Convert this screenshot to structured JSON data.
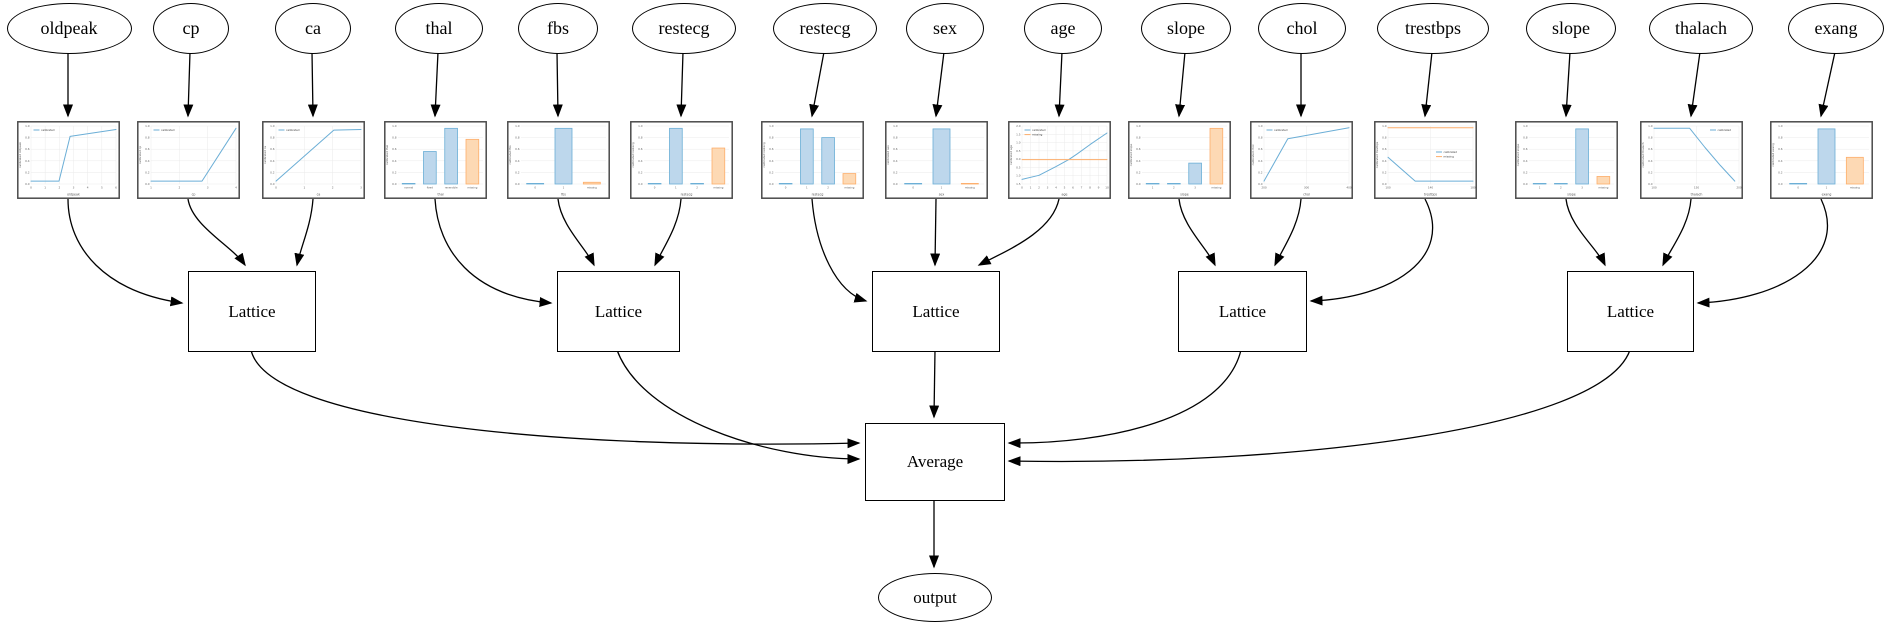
{
  "diagram": {
    "average": {
      "label": "Average"
    },
    "output_node": {
      "label": "output"
    },
    "lattices": [
      {
        "label": "Lattice"
      },
      {
        "label": "Lattice"
      },
      {
        "label": "Lattice"
      },
      {
        "label": "Lattice"
      },
      {
        "label": "Lattice"
      }
    ],
    "colors": {
      "line_blue": "#6baed6",
      "line_orange": "#fdae6b",
      "bar_blue_fill": "#bdd7ec",
      "bar_blue_stroke": "#6aaed6",
      "bar_orange_fill": "#fdd9b4",
      "bar_orange_stroke": "#fdae6b",
      "chart_border": "#4a4a4a",
      "grid": "#e9e9e9",
      "edge": "#000000"
    },
    "features": [
      {
        "name": "oldpeak",
        "lattice_index": 0,
        "chart": {
          "type": "line",
          "xlabel": "oldpeak",
          "ylabel": "calibrated oldpeak",
          "xticks": [
            "0",
            "1",
            "2",
            "3",
            "4",
            "5",
            "6"
          ],
          "yticks": [
            "1.0",
            "0.8",
            "0.6",
            "0.4",
            "0.2",
            "0.0"
          ],
          "legend_pos": "tl",
          "series": [
            {
              "name": "calibrated",
              "color": "blue",
              "points": [
                [
                  0,
                  0.05
                ],
                [
                  0.33,
                  0.05
                ],
                [
                  0.46,
                  0.82
                ],
                [
                  1,
                  0.94
                ]
              ]
            }
          ]
        }
      },
      {
        "name": "cp",
        "lattice_index": 0,
        "chart": {
          "type": "line",
          "xlabel": "cp",
          "ylabel": "calibrated cp",
          "xticks": [
            "1",
            "2",
            "3",
            "4"
          ],
          "yticks": [
            "1.0",
            "0.8",
            "0.6",
            "0.4",
            "0.2",
            "0.0"
          ],
          "legend_pos": "tl",
          "series": [
            {
              "name": "calibrated",
              "color": "blue",
              "points": [
                [
                  0,
                  0.05
                ],
                [
                  0.6,
                  0.05
                ],
                [
                  1,
                  0.96
                ]
              ]
            }
          ]
        }
      },
      {
        "name": "ca",
        "lattice_index": 0,
        "chart": {
          "type": "line",
          "xlabel": "ca",
          "ylabel": "calibrated ca",
          "xticks": [
            "0",
            "1",
            "2",
            "3"
          ],
          "yticks": [
            "1.0",
            "0.8",
            "0.6",
            "0.4",
            "0.2",
            "0.0"
          ],
          "legend_pos": "tl",
          "series": [
            {
              "name": "calibrated",
              "color": "blue",
              "points": [
                [
                  0,
                  0.05
                ],
                [
                  0.68,
                  0.93
                ],
                [
                  1,
                  0.94
                ]
              ]
            }
          ]
        }
      },
      {
        "name": "thal",
        "lattice_index": 1,
        "chart": {
          "type": "bar",
          "xlabel": "thal",
          "ylabel": "calibrated thal",
          "yticks": [
            "1.0",
            "0.8",
            "0.6",
            "0.4",
            "0.2",
            "0.0"
          ],
          "categories": [
            "normal",
            "fixed",
            "reversible",
            "missing"
          ],
          "values": [
            0.01,
            0.56,
            0.96,
            0.77
          ],
          "bar_colors": [
            "blue",
            "blue",
            "blue",
            "orange"
          ]
        }
      },
      {
        "name": "fbs",
        "lattice_index": 1,
        "chart": {
          "type": "bar",
          "xlabel": "fbs",
          "ylabel": "calibrated fbs",
          "yticks": [
            "1.0",
            "0.8",
            "0.6",
            "0.4",
            "0.2",
            "0.0"
          ],
          "categories": [
            "0",
            "1",
            "missing"
          ],
          "values": [
            0.01,
            0.96,
            0.03
          ],
          "bar_colors": [
            "blue",
            "blue",
            "orange"
          ]
        }
      },
      {
        "name": "restecg",
        "lattice_index": 1,
        "chart": {
          "type": "bar",
          "xlabel": "restecg",
          "ylabel": "calibrated restecg",
          "yticks": [
            "1.0",
            "0.8",
            "0.6",
            "0.4",
            "0.2",
            "0.0"
          ],
          "categories": [
            "0",
            "1",
            "2",
            "missing"
          ],
          "values": [
            0.01,
            0.96,
            0.01,
            0.62
          ],
          "bar_colors": [
            "blue",
            "blue",
            "blue",
            "orange"
          ]
        }
      },
      {
        "name": "restecg",
        "lattice_index": 2,
        "chart": {
          "type": "bar",
          "xlabel": "restecg",
          "ylabel": "calibrated restecg",
          "yticks": [
            "1.0",
            "0.8",
            "0.6",
            "0.4",
            "0.2",
            "0.0"
          ],
          "categories": [
            "0",
            "1",
            "2",
            "missing"
          ],
          "values": [
            0.01,
            0.95,
            0.8,
            0.18
          ],
          "bar_colors": [
            "blue",
            "blue",
            "blue",
            "orange"
          ]
        }
      },
      {
        "name": "sex",
        "lattice_index": 2,
        "chart": {
          "type": "bar",
          "xlabel": "sex",
          "ylabel": "calibrated sex",
          "yticks": [
            "1.0",
            "0.8",
            "0.6",
            "0.4",
            "0.2",
            "0.0"
          ],
          "categories": [
            "0",
            "1",
            "missing"
          ],
          "values": [
            0.01,
            0.95,
            0.01
          ],
          "bar_colors": [
            "blue",
            "blue",
            "orange"
          ]
        }
      },
      {
        "name": "age",
        "lattice_index": 2,
        "chart": {
          "type": "line",
          "xlabel": "age",
          "ylabel": "calibrated age",
          "xticks": [
            "0",
            "1",
            "2",
            "3",
            "4",
            "5",
            "6",
            "7",
            "8",
            "9",
            "10"
          ],
          "yticks": [
            "2.0",
            "1.5",
            "1.0",
            "0.5",
            "0.0",
            "0.5",
            "1.0",
            "1.5"
          ],
          "legend_pos": "tl",
          "series": [
            {
              "name": "calibrated",
              "color": "blue",
              "points": [
                [
                  0,
                  0.08
                ],
                [
                  0.2,
                  0.15
                ],
                [
                  0.4,
                  0.3
                ],
                [
                  0.55,
                  0.42
                ],
                [
                  0.65,
                  0.52
                ],
                [
                  0.8,
                  0.68
                ],
                [
                  1,
                  0.88
                ]
              ]
            },
            {
              "name": "missing",
              "color": "orange",
              "points": [
                [
                  0,
                  0.42
                ],
                [
                  1,
                  0.42
                ]
              ]
            }
          ]
        }
      },
      {
        "name": "slope",
        "lattice_index": 3,
        "chart": {
          "type": "bar",
          "xlabel": "slope",
          "ylabel": "calibrated slope",
          "yticks": [
            "1.0",
            "0.8",
            "0.6",
            "0.4",
            "0.2",
            "0.0"
          ],
          "categories": [
            "1",
            "2",
            "3",
            "missing"
          ],
          "values": [
            0.01,
            0.01,
            0.36,
            0.96
          ],
          "bar_colors": [
            "blue",
            "blue",
            "blue",
            "orange"
          ]
        }
      },
      {
        "name": "chol",
        "lattice_index": 3,
        "chart": {
          "type": "line",
          "xlabel": "chol",
          "ylabel": "calibrated chol",
          "xticks": [
            "200",
            "300",
            "400"
          ],
          "yticks": [
            "1.0",
            "0.8",
            "0.6",
            "0.4",
            "0.2",
            "0.0"
          ],
          "legend_pos": "tl",
          "series": [
            {
              "name": "calibrated",
              "color": "blue",
              "points": [
                [
                  0,
                  0.05
                ],
                [
                  0.28,
                  0.78
                ],
                [
                  1,
                  0.97
                ]
              ]
            }
          ]
        }
      },
      {
        "name": "trestbps",
        "lattice_index": 3,
        "chart": {
          "type": "line",
          "xlabel": "trestbps",
          "ylabel": "calibrated trestbps",
          "xticks": [
            "100",
            "140",
            "180"
          ],
          "yticks": [
            "1.0",
            "0.8",
            "0.6",
            "0.4",
            "0.2",
            "0.0"
          ],
          "legend_pos": "r",
          "series": [
            {
              "name": "calibrated",
              "color": "blue",
              "points": [
                [
                  0,
                  0.46
                ],
                [
                  0.32,
                  0.05
                ],
                [
                  1,
                  0.05
                ]
              ]
            },
            {
              "name": "missing",
              "color": "orange",
              "points": [
                [
                  0,
                  0.97
                ],
                [
                  1,
                  0.97
                ]
              ]
            }
          ]
        }
      },
      {
        "name": "slope",
        "lattice_index": 4,
        "chart": {
          "type": "bar",
          "xlabel": "slope",
          "ylabel": "calibrated slope",
          "yticks": [
            "1.0",
            "0.8",
            "0.6",
            "0.4",
            "0.2",
            "0.0"
          ],
          "categories": [
            "1",
            "2",
            "3",
            "missing"
          ],
          "values": [
            0.01,
            0.01,
            0.95,
            0.13
          ],
          "bar_colors": [
            "blue",
            "blue",
            "blue",
            "orange"
          ]
        }
      },
      {
        "name": "thalach",
        "lattice_index": 4,
        "chart": {
          "type": "line",
          "xlabel": "thalach",
          "ylabel": "calibrated thalach",
          "xticks": [
            "100",
            "150",
            "200"
          ],
          "yticks": [
            "1.0",
            "0.8",
            "0.6",
            "0.4",
            "0.2",
            "0.0"
          ],
          "legend_pos": "tr",
          "series": [
            {
              "name": "calibrated",
              "color": "blue",
              "points": [
                [
                  0,
                  0.96
                ],
                [
                  0.42,
                  0.96
                ],
                [
                  0.6,
                  0.63
                ],
                [
                  0.78,
                  0.32
                ],
                [
                  0.95,
                  0.05
                ]
              ]
            }
          ]
        }
      },
      {
        "name": "exang",
        "lattice_index": 4,
        "chart": {
          "type": "bar",
          "xlabel": "exang",
          "ylabel": "calibrated exang",
          "yticks": [
            "1.0",
            "0.8",
            "0.6",
            "0.4",
            "0.2",
            "0.0"
          ],
          "categories": [
            "0",
            "1",
            "missing"
          ],
          "values": [
            0.01,
            0.95,
            0.46
          ],
          "bar_colors": [
            "blue",
            "blue",
            "orange"
          ]
        }
      }
    ]
  }
}
